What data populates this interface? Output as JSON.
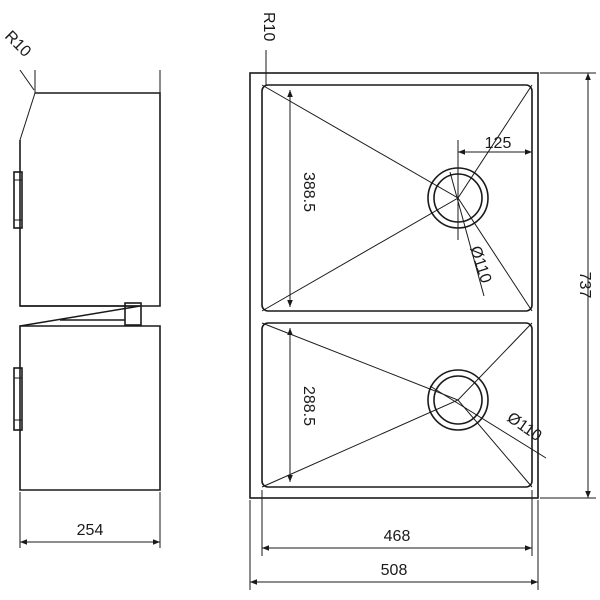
{
  "colors": {
    "line": "#1a1a1a",
    "background": "#ffffff"
  },
  "side_view": {
    "corner_radius_label": "R10",
    "depth_label": "254"
  },
  "top_view": {
    "corner_radius_label": "R10",
    "overall_length_label": "737",
    "outer_width_label": "508",
    "inner_width_label": "468",
    "large_bowl": {
      "length_label": "388.5",
      "drain_offset_label": "125",
      "drain_diameter_label": "Ø110"
    },
    "small_bowl": {
      "length_label": "288.5",
      "drain_diameter_label": "Ø110"
    }
  }
}
